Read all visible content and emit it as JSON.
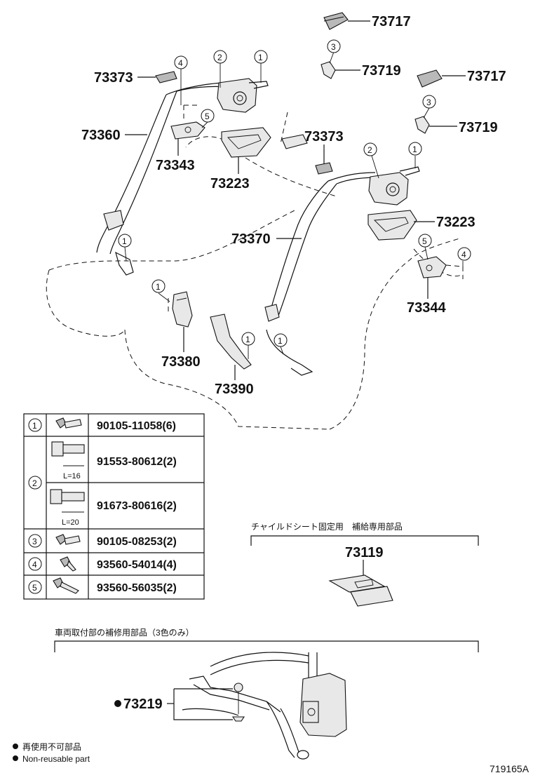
{
  "diagram_id": "719165A",
  "part_labels": {
    "p73717a": "73717",
    "p73719a": "73719",
    "p73717b": "73717",
    "p73719b": "73719",
    "p73373a": "73373",
    "p73360": "73360",
    "p73343": "73343",
    "p73223a": "73223",
    "p73373b": "73373",
    "p73370": "73370",
    "p73223b": "73223",
    "p73344": "73344",
    "p73380": "73380",
    "p73390": "73390",
    "p73119": "73119",
    "p73219": "73219"
  },
  "callouts": [
    "1",
    "2",
    "3",
    "4",
    "5"
  ],
  "table": {
    "rows": [
      {
        "key": "1",
        "parts": [
          {
            "number": "90105-11058(6)",
            "length": ""
          }
        ]
      },
      {
        "key": "2",
        "parts": [
          {
            "number": "91553-80612(2)",
            "length": "L=16"
          },
          {
            "number": "91673-80616(2)",
            "length": "L=20"
          }
        ]
      },
      {
        "key": "3",
        "parts": [
          {
            "number": "90105-08253(2)",
            "length": ""
          }
        ]
      },
      {
        "key": "4",
        "parts": [
          {
            "number": "93560-54014(4)",
            "length": ""
          }
        ]
      },
      {
        "key": "5",
        "parts": [
          {
            "number": "93560-56035(2)",
            "length": ""
          }
        ]
      }
    ]
  },
  "child_seat_title": "チャイルドシート固定用　補給専用部品",
  "vehicle_repair_title": "車両取付部の補修用部品（3色のみ）",
  "legend": {
    "jp": "再使用不可部品",
    "en": "Non-reusable part"
  }
}
